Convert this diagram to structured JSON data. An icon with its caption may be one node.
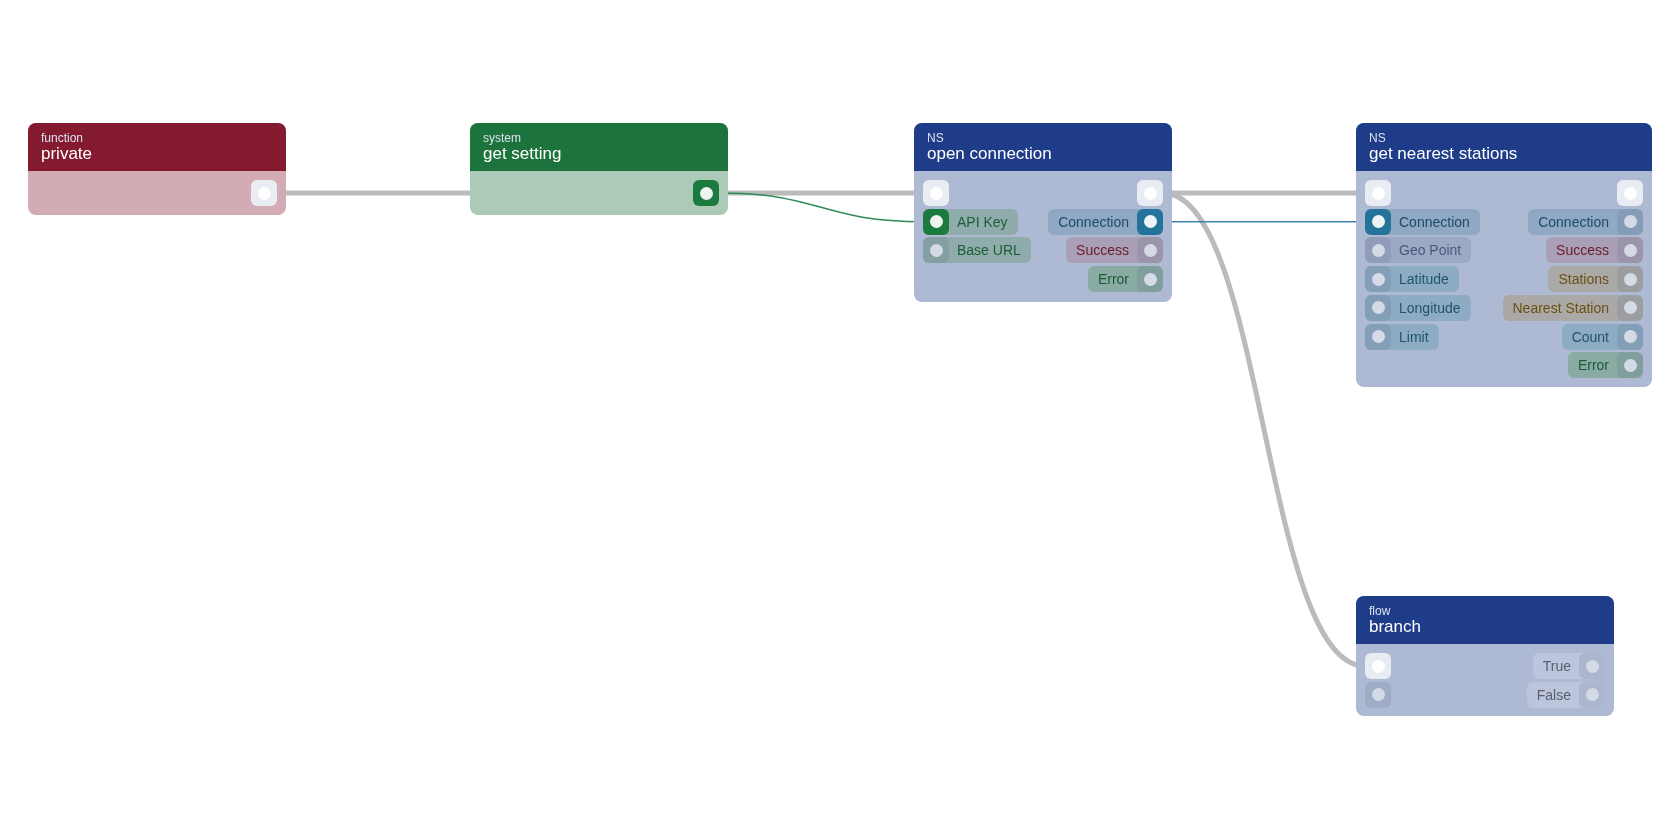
{
  "diagram": {
    "nodes": [
      {
        "text": [
          "function",
          "private"
        ]
      },
      {
        "text": [],
        "shape": "box",
        "in": 0
      },
      {
        "text": [
          "system",
          "get setting"
        ]
      },
      {
        "text": [],
        "shape": "box",
        "in": 2
      },
      {
        "text": [
          "NS",
          "open connection"
        ]
      },
      {
        "text": [],
        "shape": "box",
        "in": 4
      },
      {
        "text": [],
        "shape": "box",
        "in": 4
      },
      {
        "text": [
          "API Key"
        ],
        "in": 4
      },
      {
        "text": [],
        "shape": "box",
        "in": 7
      },
      {
        "text": [
          "Connection"
        ],
        "in": 4
      },
      {
        "text": [],
        "shape": "box",
        "in": 9
      },
      {
        "text": [
          "Base URL"
        ],
        "in": 4
      },
      {
        "text": [],
        "shape": "box",
        "in": 11
      },
      {
        "text": [
          "Success"
        ],
        "in": 4
      },
      {
        "text": [],
        "shape": "box",
        "in": 13
      },
      {
        "text": [
          "Error"
        ],
        "in": 4
      },
      {
        "text": [],
        "shape": "box",
        "in": 15
      },
      {
        "text": [
          "NS",
          "get nearest stations"
        ]
      },
      {
        "text": [],
        "shape": "box",
        "in": 17
      },
      {
        "text": [],
        "shape": "box",
        "in": 17
      },
      {
        "text": [
          "Connection"
        ],
        "in": 17
      },
      {
        "text": [],
        "shape": "box",
        "in": 20
      },
      {
        "text": [
          "Connection"
        ],
        "in": 17
      },
      {
        "text": [],
        "shape": "box",
        "in": 22
      },
      {
        "text": [
          "Geo Point"
        ],
        "in": 17
      },
      {
        "text": [],
        "shape": "box",
        "in": 24
      },
      {
        "text": [
          "Success"
        ],
        "in": 17
      },
      {
        "text": [],
        "shape": "box",
        "in": 26
      },
      {
        "text": [
          "Latitude"
        ],
        "in": 17
      },
      {
        "text": [],
        "shape": "box",
        "in": 28
      },
      {
        "text": [
          "Stations"
        ],
        "in": 17
      },
      {
        "text": [],
        "shape": "box",
        "in": 30
      },
      {
        "text": [
          "Longitude"
        ],
        "in": 17
      },
      {
        "text": [],
        "shape": "box",
        "in": 32
      },
      {
        "text": [
          "Nearest Station"
        ],
        "in": 17
      },
      {
        "text": [],
        "shape": "box",
        "in": 34
      },
      {
        "text": [
          "Limit"
        ],
        "in": 17
      },
      {
        "text": [],
        "shape": "box",
        "in": 36
      },
      {
        "text": [
          "Count"
        ],
        "in": 17
      },
      {
        "text": [],
        "shape": "box",
        "in": 38
      },
      {
        "text": [
          "Error"
        ],
        "in": 17
      },
      {
        "text": [],
        "shape": "box",
        "in": 40
      },
      {
        "text": [
          "flow",
          "branch"
        ]
      },
      {
        "text": [],
        "shape": "box",
        "in": 42
      },
      {
        "text": [
          "True"
        ],
        "in": 42
      },
      {
        "text": [],
        "shape": "box",
        "in": 44
      },
      {
        "text": [],
        "shape": "box",
        "in": 42
      },
      {
        "text": [
          "False"
        ],
        "in": 42
      },
      {
        "text": [],
        "shape": "box",
        "in": 47
      }
    ],
    "edges": [
      {
        "from": 1,
        "to": 5,
        "arrow": "none"
      },
      {
        "from": 3,
        "to": 8,
        "arrow": "none",
        "color": "#2e8b57"
      },
      {
        "from": 6,
        "to": 18,
        "arrow": "none"
      },
      {
        "from": 6,
        "to": 43,
        "arrow": "none"
      },
      {
        "from": 10,
        "to": 21,
        "arrow": "none",
        "color": "#3a86a8"
      }
    ]
  }
}
